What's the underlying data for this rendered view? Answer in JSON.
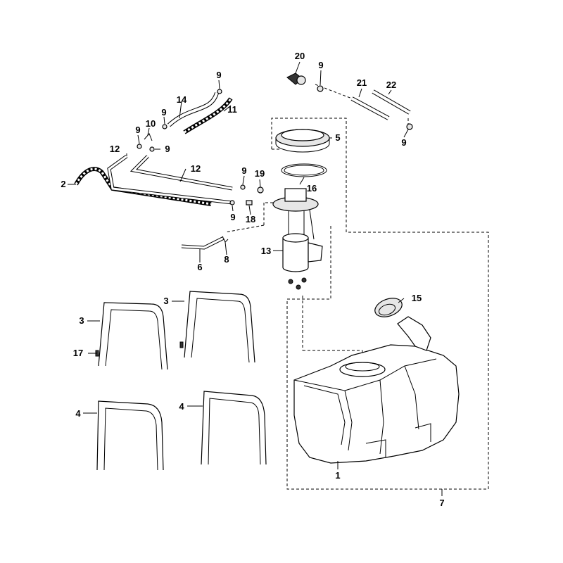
{
  "callouts": {
    "c1": "1",
    "c2": "2",
    "c3a": "3",
    "c3b": "3",
    "c4a": "4",
    "c4b": "4",
    "c5": "5",
    "c6": "6",
    "c7": "7",
    "c8": "8",
    "c9a": "9",
    "c9b": "9",
    "c9c": "9",
    "c9d": "9",
    "c9e": "9",
    "c9f": "9",
    "c9g": "9",
    "c9h": "9",
    "c10": "10",
    "c11": "11",
    "c12a": "12",
    "c12b": "12",
    "c13": "13",
    "c14": "14",
    "c15": "15",
    "c16": "16",
    "c17": "17",
    "c18": "18",
    "c19": "19",
    "c20": "20",
    "c21": "21",
    "c22": "22"
  }
}
